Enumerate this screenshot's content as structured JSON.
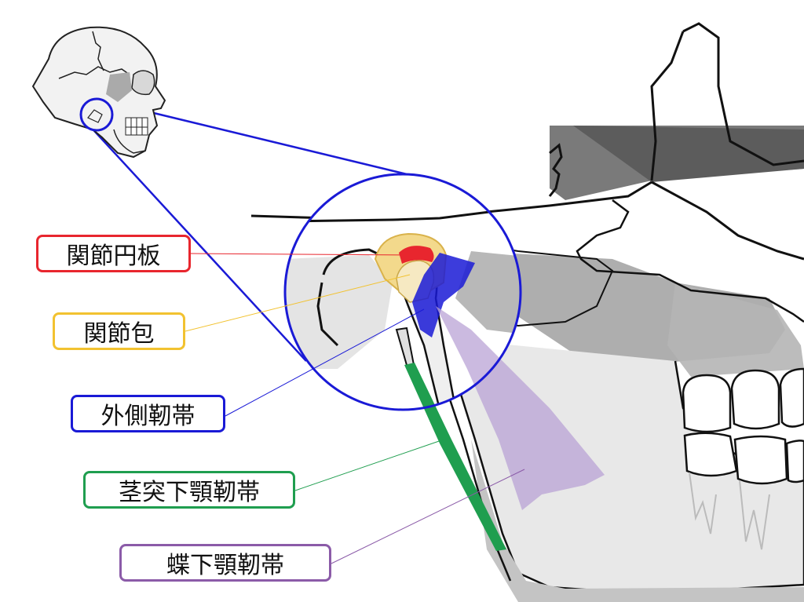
{
  "labels": {
    "disc": "関節円板",
    "capsule": "関節包",
    "lateral_ligament": "外側靭帯",
    "stylomandibular_ligament": "茎突下顎靭帯",
    "sphenomandibular_ligament": "蝶下顎靭帯"
  },
  "colors": {
    "disc": "#e8262e",
    "capsule": "#f2c230",
    "lateral_ligament": "#1a1ad6",
    "stylomandibular_ligament": "#1f9e4f",
    "sphenomandibular_ligament": "#8b5ba8",
    "zoom_outline": "#1a1ad6"
  }
}
